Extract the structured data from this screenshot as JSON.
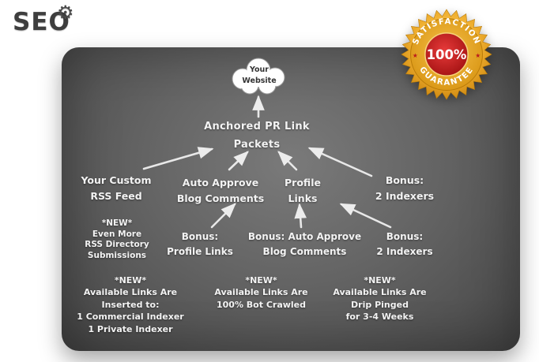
{
  "logo": {
    "text": "SEO",
    "gear_icon": "⚙"
  },
  "badge": {
    "top_text": "SATISFACTION",
    "center_text": "100%",
    "bottom_text": "GUARANTEE",
    "star": "★",
    "gold_color": "#e9a61a",
    "red_color": "#cf1d1d"
  },
  "diagram": {
    "cloud": "Your\nWebsite",
    "root": "Anchored PR Link\nPackets",
    "row1": {
      "rss_feed": "Your Custom\nRSS Feed",
      "auto_approve": "Auto Approve\nBlog Comments",
      "profile_links": "Profile\nLinks",
      "indexers": "Bonus:\n2 Indexers"
    },
    "row2": {
      "rss_directory": "*NEW*\nEven More\nRSS Directory\nSubmissions",
      "bonus_profile": "Bonus:\nProfile Links",
      "bonus_auto": "Bonus: Auto Approve\nBlog Comments",
      "bonus_indexers": "Bonus:\n2 Indexers"
    },
    "row3": {
      "inserted": "*NEW*\nAvailable Links Are\nInserted to:\n1 Commercial Indexer\n1 Private Indexer",
      "crawled": "*NEW*\nAvailable Links Are\n100% Bot Crawled",
      "pinged": "*NEW*\nAvailable Links Are\nDrip Pinged\nfor 3-4 Weeks"
    }
  }
}
